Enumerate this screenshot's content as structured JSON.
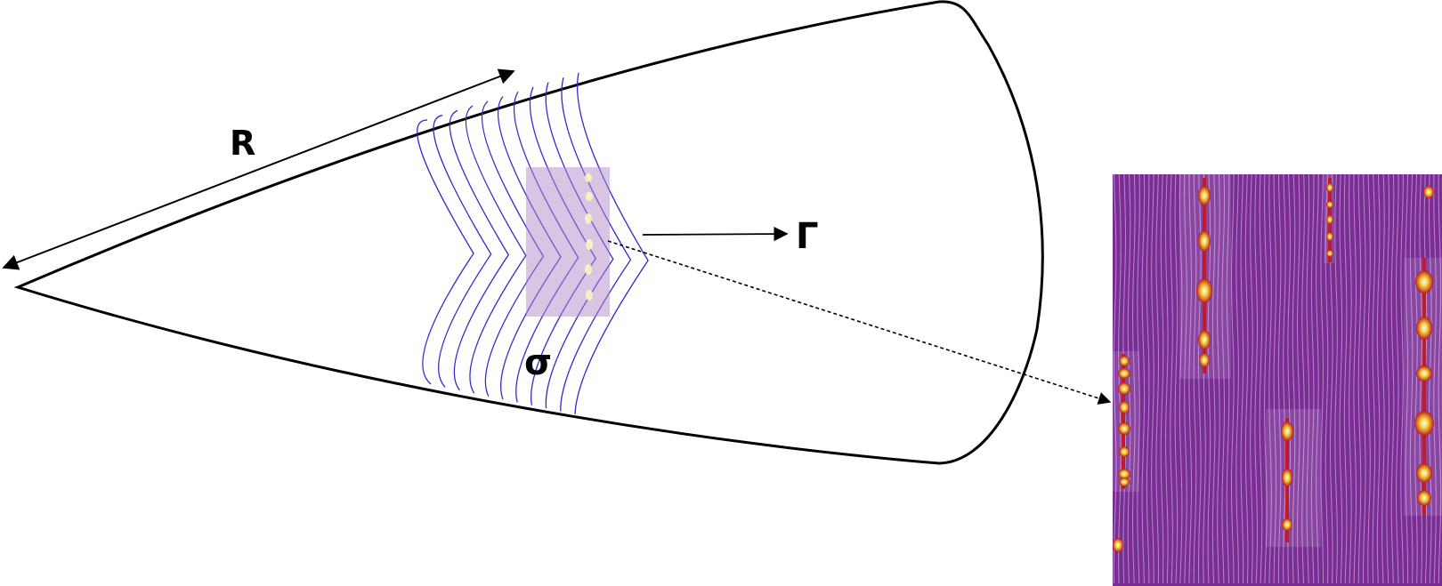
{
  "labels": {
    "radius": "R",
    "gamma": "Γ",
    "sigma": "σ"
  },
  "colors": {
    "outline": "#000000",
    "band_lines": "#2a2ad0",
    "zoom_background": "#7a2e94",
    "zoom_stripes": "#c9a7e0",
    "spot_core": "#fff6b0",
    "spot_glow": "#e8b820",
    "spot_halo": "#c21a2a"
  },
  "band": {
    "line_count": 11
  },
  "zoom_panel": {
    "stripe_count": 70
  }
}
